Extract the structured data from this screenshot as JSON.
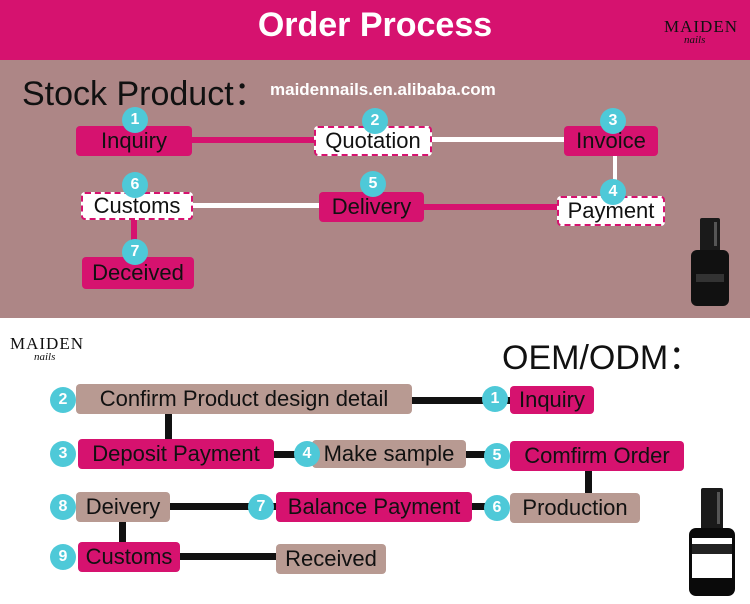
{
  "header": {
    "title": "Order Process",
    "brand_logo": "MAIDEN",
    "brand_sub": "nails"
  },
  "stock": {
    "title": "Stock Product：",
    "url": "maidennails.en.alibaba.com",
    "steps": [
      {
        "n": "1",
        "label": "Inquiry"
      },
      {
        "n": "2",
        "label": "Quotation"
      },
      {
        "n": "3",
        "label": "Invoice"
      },
      {
        "n": "4",
        "label": "Payment"
      },
      {
        "n": "5",
        "label": "Delivery"
      },
      {
        "n": "6",
        "label": "Customs"
      },
      {
        "n": "7",
        "label": "Deceived"
      }
    ]
  },
  "oem": {
    "title": "OEM/ODM：",
    "brand_logo": "MAIDEN",
    "brand_sub": "nails",
    "steps": [
      {
        "n": "1",
        "label": "Inquiry"
      },
      {
        "n": "2",
        "label": "Confirm Product design detail"
      },
      {
        "n": "3",
        "label": "Deposit Payment"
      },
      {
        "n": "4",
        "label": "Make sample"
      },
      {
        "n": "5",
        "label": "Comfirm Order"
      },
      {
        "n": "6",
        "label": "Production"
      },
      {
        "n": "7",
        "label": "Balance Payment"
      },
      {
        "n": "8",
        "label": "Deivery"
      },
      {
        "n": "9",
        "label": "Customs"
      },
      {
        "n": "",
        "label": "Received"
      }
    ]
  },
  "colors": {
    "pink": "#d6126f",
    "mauve": "#ad8686",
    "tan": "#b89a92",
    "badge": "#4ec9d8"
  },
  "icons": [
    "nail-polish-bottle-icon",
    "nail-polish-bottle-icon"
  ]
}
